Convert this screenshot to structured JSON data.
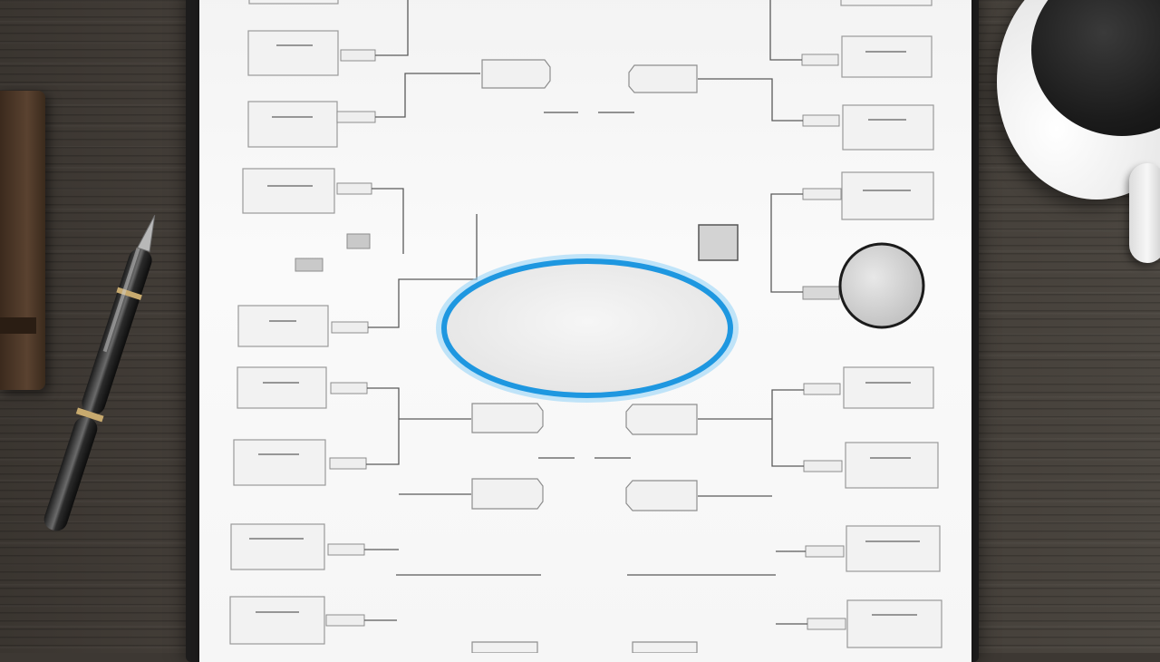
{
  "scene": "bracket-diagram-on-clipboard",
  "colors": {
    "center_ring": "#1e97e0",
    "paper": "#f7f7f7",
    "desk": "#3f3a35",
    "clipboard": "#1d1c1c",
    "lines": "#555555"
  },
  "objects": [
    "clipboard-with-bracket-sheet",
    "fountain-pen",
    "coffee-mug",
    "leather-notebook"
  ]
}
